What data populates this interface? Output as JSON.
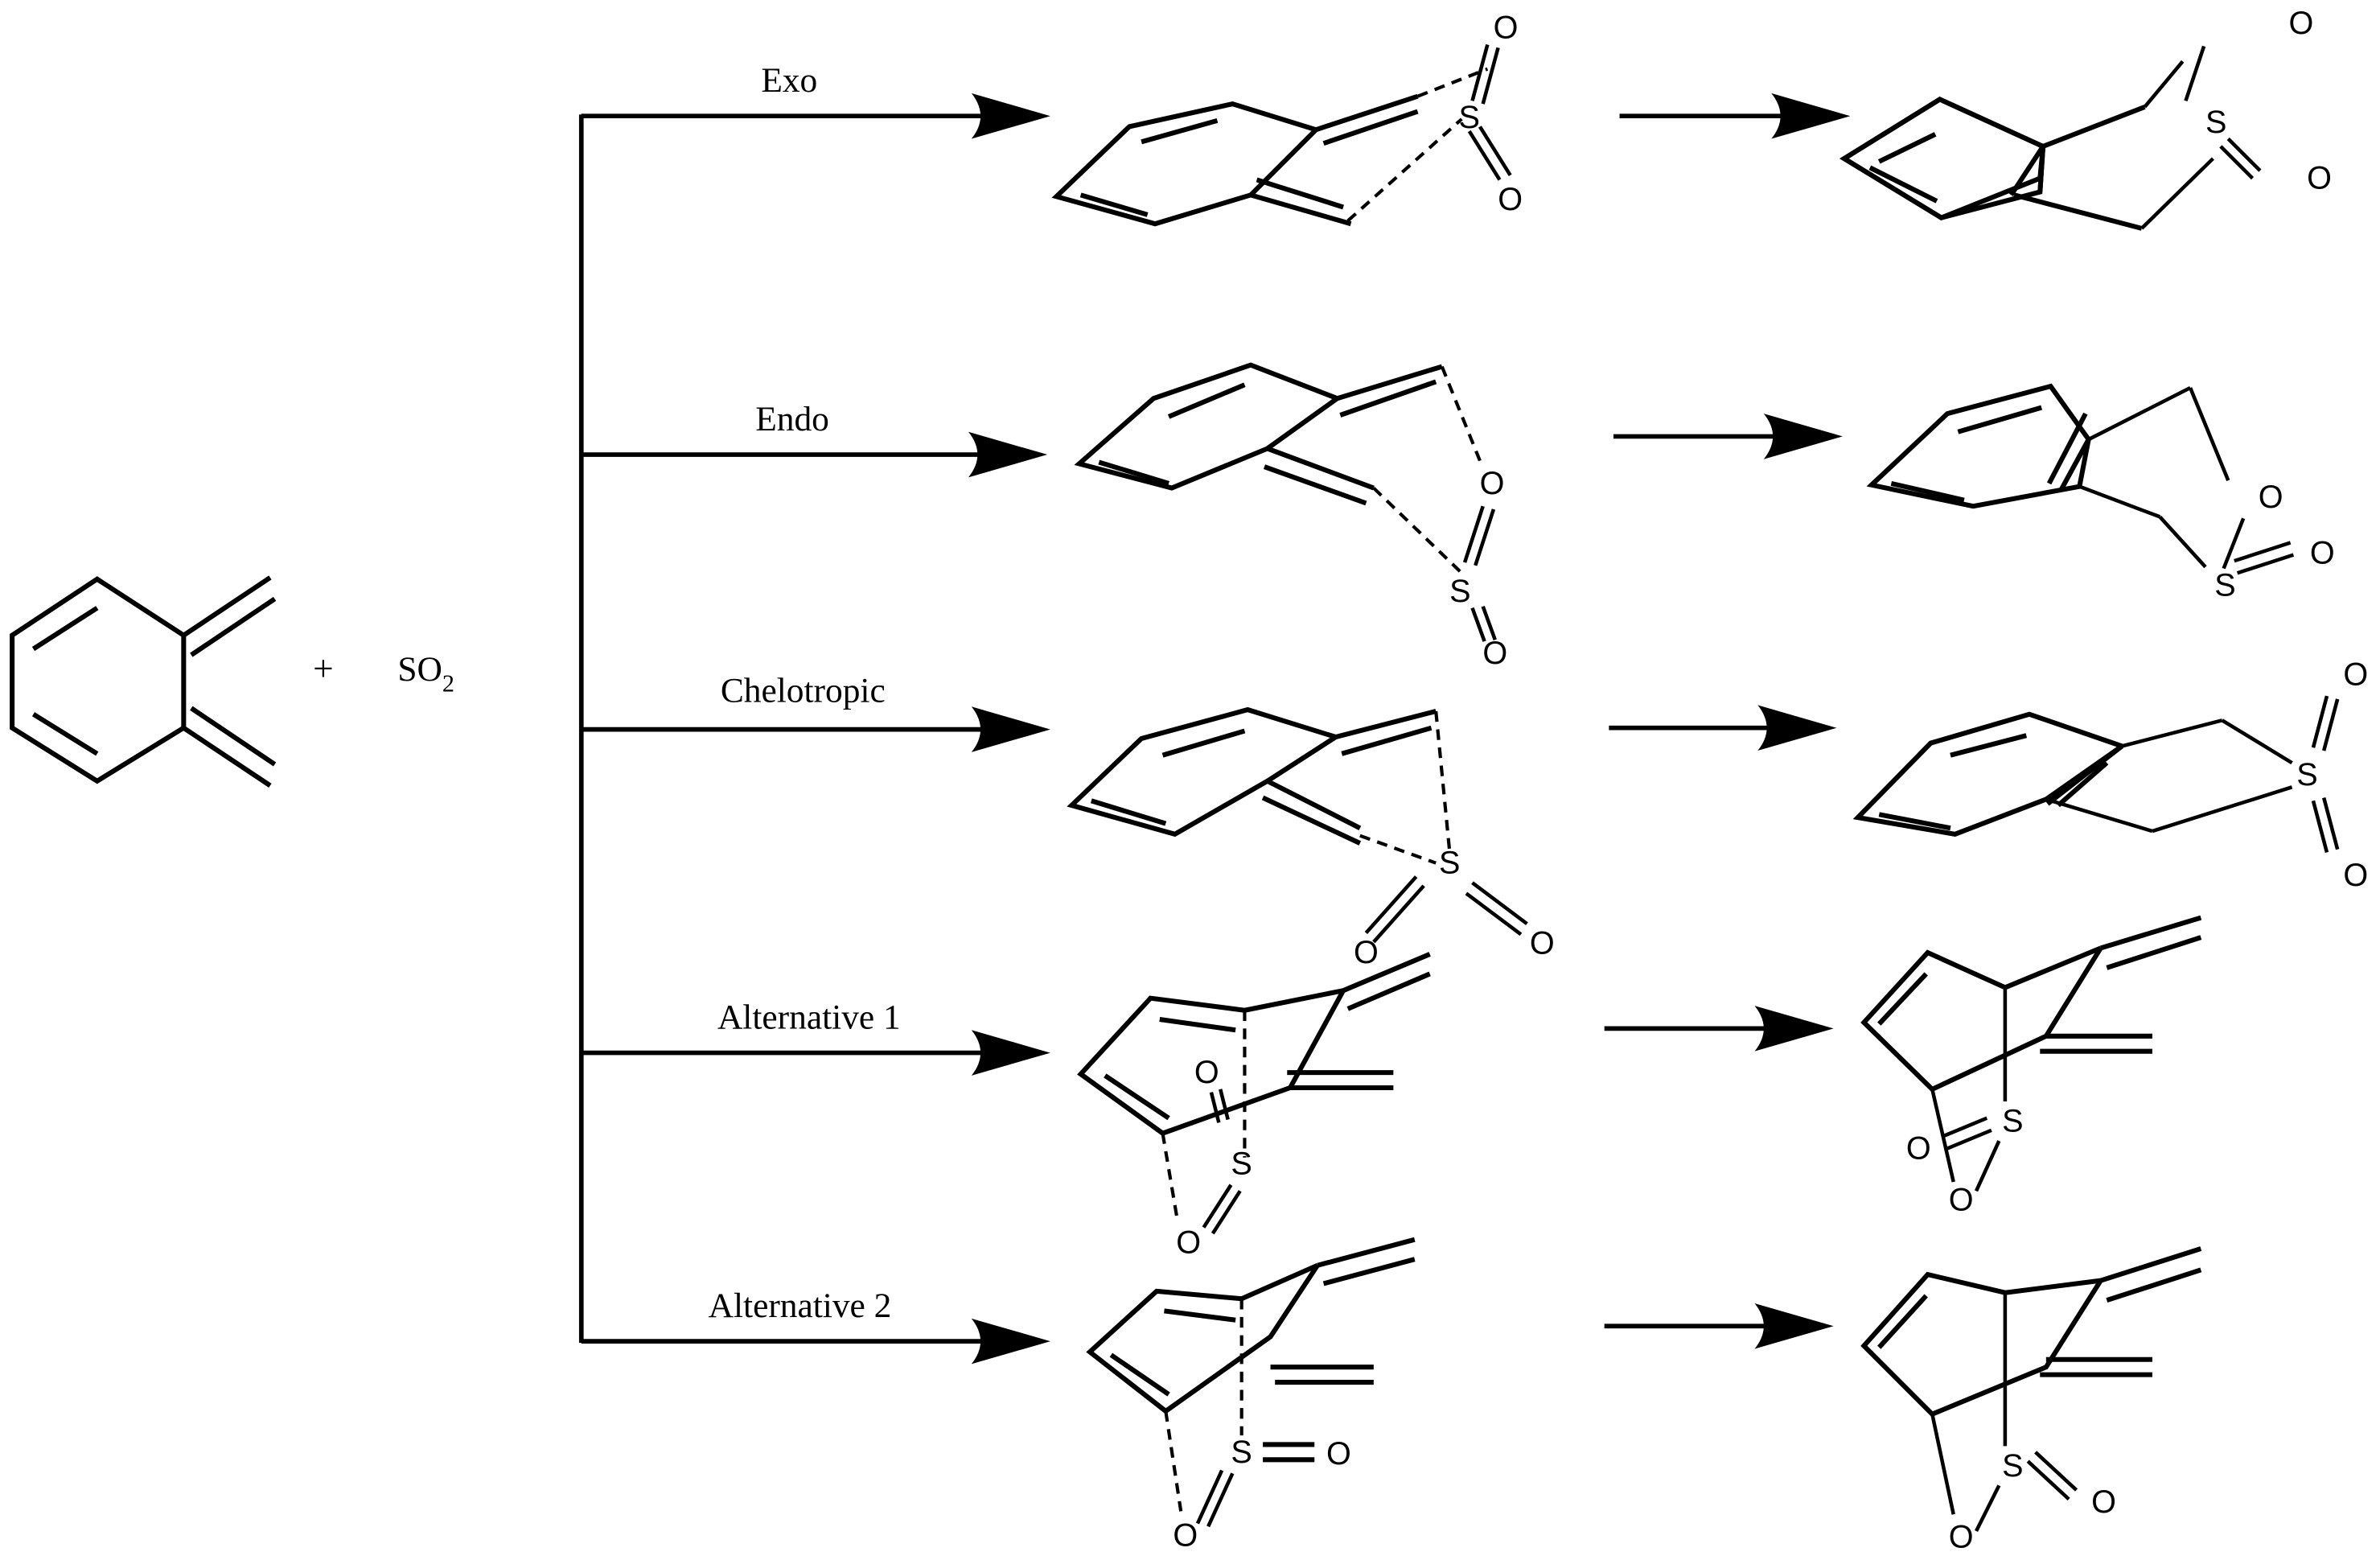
{
  "figure": {
    "title": "Reaction pathways of o-xylylene (o-quinodimethane) with SO2",
    "reactants": {
      "diene": "o-xylylene",
      "plus_sign": "+",
      "reagent_main": "SO",
      "reagent_subscript": "2"
    },
    "pathways": [
      {
        "label": "Exo",
        "ts_atoms": {
          "s": "S",
          "o1": "O",
          "o2": "O"
        },
        "product_atoms": {
          "s": "S",
          "o1": "O",
          "o2": "O"
        }
      },
      {
        "label": "Endo",
        "ts_atoms": {
          "s": "S",
          "o1": "O",
          "o2": "O"
        },
        "product_atoms": {
          "s": "S",
          "o1": "O",
          "o2": "O"
        }
      },
      {
        "label": "Chelotropic",
        "ts_atoms": {
          "s": "S",
          "o1": "O",
          "o2": "O"
        },
        "product_atoms": {
          "s": "S",
          "o1": "O",
          "o2": "O"
        }
      },
      {
        "label": "Alternative 1",
        "ts_atoms": {
          "s": "S",
          "o1": "O",
          "o2": "O"
        },
        "product_atoms": {
          "s": "S",
          "o1": "O",
          "o2": "O"
        }
      },
      {
        "label": "Alternative 2",
        "ts_atoms": {
          "s": "S",
          "o1": "O",
          "o2": "O"
        },
        "product_atoms": {
          "s": "S",
          "o1": "O",
          "o2": "O"
        }
      }
    ]
  }
}
